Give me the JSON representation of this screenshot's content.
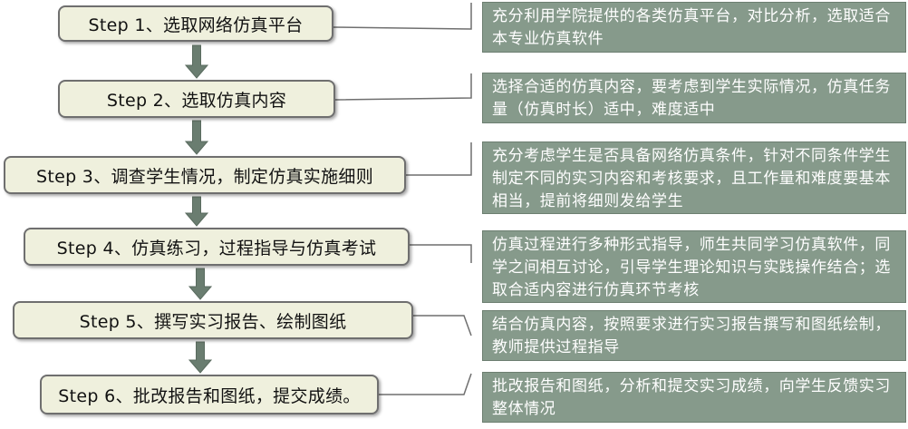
{
  "steps": [
    {
      "label": "Step 1、选取网络仿真平台",
      "desc": "充分利用学院提供的各类仿真平台，对比分析，选取适合本专业仿真软件"
    },
    {
      "label": "Step 2、选取仿真内容",
      "desc": "选择合适的仿真内容，要考虑到学生实际情况，仿真任务量（仿真时长）适中，难度适中"
    },
    {
      "label": "Step 3、调查学生情况，制定仿真实施细则",
      "desc": "充分考虑学生是否具备网络仿真条件，针对不同条件学生制定不同的实习内容和考核要求，且工作量和难度要基本相当，提前将细则发给学生"
    },
    {
      "label": "Step 4、仿真练习，过程指导与仿真考试",
      "desc": "仿真过程进行多种形式指导，师生共同学习仿真软件，同学之间相互讨论，引导学生理论知识与实践操作结合；选取合适内容进行仿真环节考核"
    },
    {
      "label": "Step 5、撰写实习报告、绘制图纸",
      "desc": "结合仿真内容，按照要求进行实习报告撰写和图纸绘制，教师提供过程指导"
    },
    {
      "label": "Step 6、批改报告和图纸，提交成绩。",
      "desc": "批改报告和图纸，分析和提交实习成绩，向学生反馈实习整体情况"
    }
  ],
  "colors": {
    "step_fill": "#eff0dd",
    "step_border": "#6f6f6f",
    "desc_fill": "#869a8b",
    "desc_text": "#ffffff",
    "arrow": "#6a7d70",
    "connector": "#6f6f6f"
  }
}
